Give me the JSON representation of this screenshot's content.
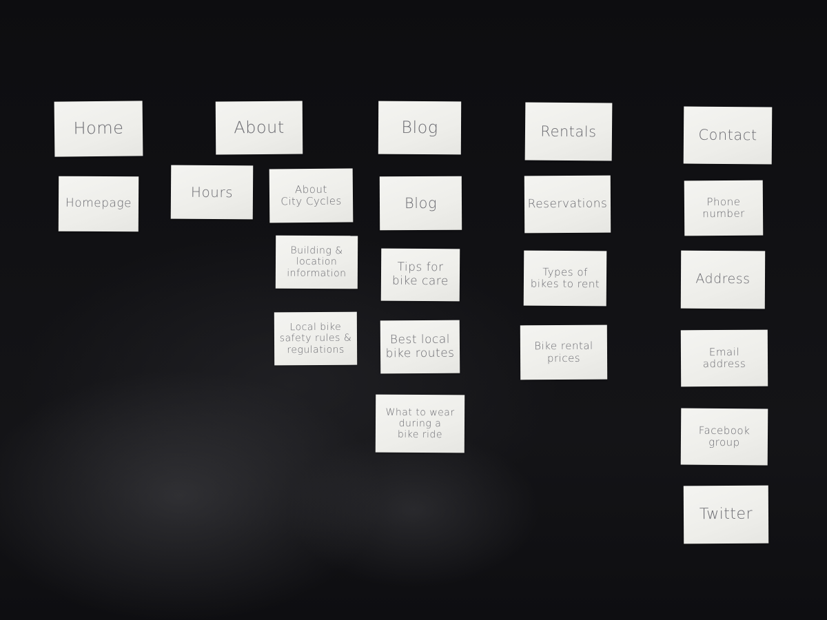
{
  "columns": [
    {
      "header": "Home",
      "cards": [
        "Homepage"
      ]
    },
    {
      "header": "About",
      "cards": [
        "Hours",
        "About\nCity Cycles",
        "Building &\nlocation\ninformation",
        "Local bike\nsafety rules &\nregulations"
      ]
    },
    {
      "header": "Blog",
      "cards": [
        "Blog",
        "Tips for\nbike care",
        "Best local\nbike routes",
        "What to wear\nduring a\nbike ride"
      ]
    },
    {
      "header": "Rentals",
      "cards": [
        "Reservations",
        "Types of\nbikes to rent",
        "Bike rental\nprices"
      ]
    },
    {
      "header": "Contact",
      "cards": [
        "Phone\nnumber",
        "Address",
        "Email\naddress",
        "Facebook\ngroup",
        "Twitter"
      ]
    }
  ],
  "colors": {
    "background": "#101013",
    "card": "#efefeb",
    "ink": "#6a6a70"
  }
}
